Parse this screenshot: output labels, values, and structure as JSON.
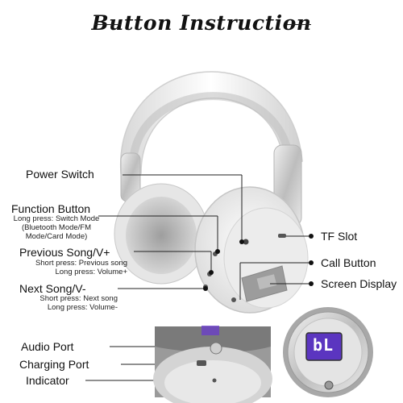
{
  "title": "Button Instruction",
  "labels": {
    "power_switch": "Power Switch",
    "function_button": "Function Button",
    "function_button_desc": [
      "Long press: Switch Mode",
      "(Bluetooth Mode/FM",
      "Mode/Card Mode)"
    ],
    "previous_song": "Previous Song/V+",
    "previous_song_desc": [
      "Short press: Previous song",
      "Long press: Volume+"
    ],
    "next_song": "Next Song/V-",
    "next_song_desc": [
      "Short press: Next song",
      "Long press: Volume-"
    ],
    "tf_slot": "TF Slot",
    "call_button": "Call Button",
    "screen_display": "Screen Display",
    "audio_port": "Audio Port",
    "charging_port": "Charging Port",
    "indicator": "Indicator"
  },
  "display_text": "bL",
  "colors": {
    "screen": "#6a3fc8",
    "headphone": "#f4f4f4",
    "silver": "#c9c9c9",
    "pad": "#bdbdbd"
  }
}
